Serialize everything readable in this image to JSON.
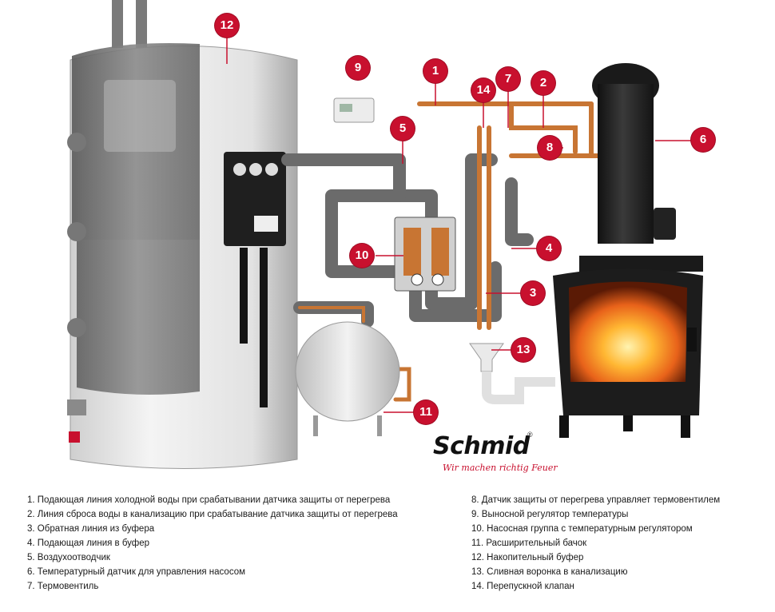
{
  "callouts": [
    {
      "number": "1"
    },
    {
      "number": "2"
    },
    {
      "number": "3"
    },
    {
      "number": "4"
    },
    {
      "number": "5"
    },
    {
      "number": "6"
    },
    {
      "number": "7"
    },
    {
      "number": "8"
    },
    {
      "number": "9"
    },
    {
      "number": "10"
    },
    {
      "number": "11"
    },
    {
      "number": "12"
    },
    {
      "number": "13"
    },
    {
      "number": "14"
    }
  ],
  "brand": {
    "name": "Schmid",
    "registered_mark": "®",
    "slogan": "Wir machen richtig Feuer"
  },
  "legend": {
    "left": [
      "1. Подающая линия холодной воды при срабатывании датчика защиты от перегрева",
      "2. Линия сброса воды в канализацию при срабатывание датчика защиты от перегрева",
      "3. Обратная линия из буфера",
      "4. Подающая линия в буфер",
      "5. Воздухоотводчик",
      "6. Температурный датчик для управления насосом",
      "7. Термовентиль"
    ],
    "right": [
      "8. Датчик защиты от перегрева управляет термовентилем",
      "9. Выносной регулятор температуры",
      "10. Насосная группа с температурным регулятором",
      "11. Расширительный бачок",
      "12. Накопительный буфер",
      "13. Сливная воронка в канализацию",
      "14. Перепускной клапан"
    ]
  },
  "colors": {
    "callout_red": "#c8102e",
    "insulation_gray": "#6b6b6b",
    "copper": "#c87533",
    "stove_black": "#1c1c1c",
    "tank_white": "#e8e8e8"
  }
}
